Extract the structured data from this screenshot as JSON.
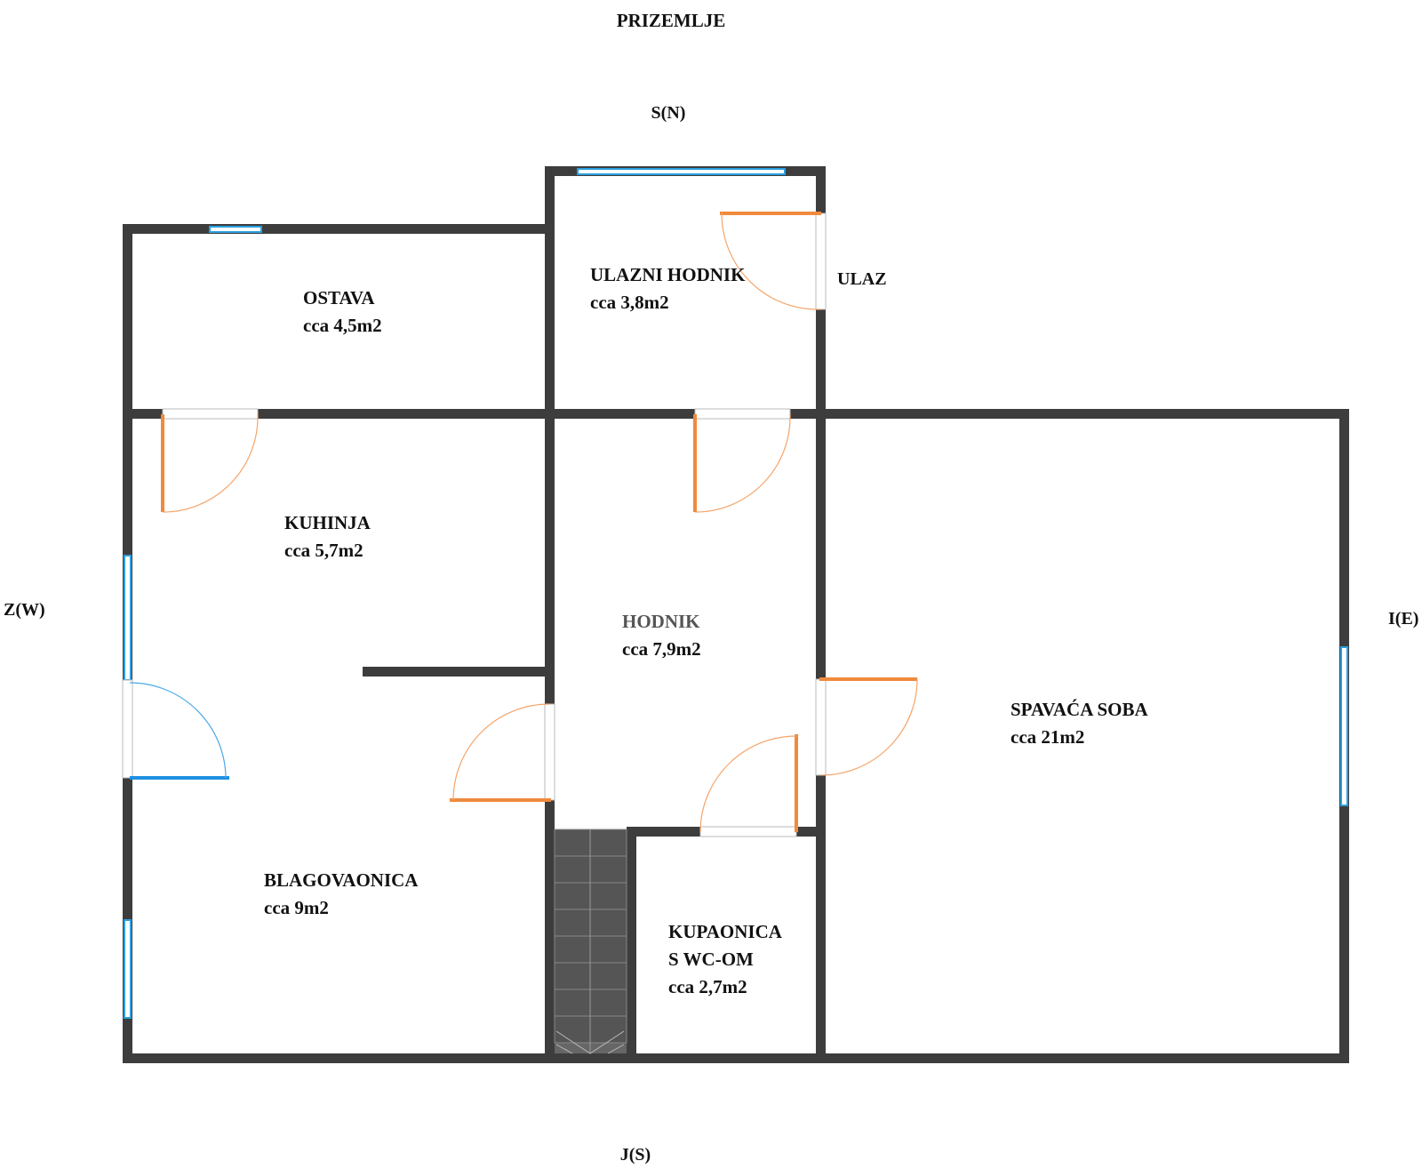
{
  "title": "PRIZEMLJE",
  "compass": {
    "north": "S(N)",
    "south": "J(S)",
    "west": "Z(W)",
    "east": "I(E)"
  },
  "entrance_label": "ULAZ",
  "rooms": {
    "ostava": {
      "name": "OSTAVA",
      "area": "cca 4,5m2"
    },
    "ulazni_hodnik": {
      "name": "ULAZNI HODNIK",
      "area": "cca 3,8m2"
    },
    "kuhinja": {
      "name": "KUHINJA",
      "area": "cca 5,7m2"
    },
    "hodnik": {
      "name": "HODNIK",
      "area": "cca 7,9m2"
    },
    "spavaca_soba": {
      "name": "SPAVAĆA SOBA",
      "area": "cca 21m2"
    },
    "blagovaonica": {
      "name": "BLAGOVAONICA",
      "area": "cca 9m2"
    },
    "kupaonica": {
      "name": "KUPAONICA",
      "name2": "S WC-OM",
      "area": "cca 2,7m2"
    }
  },
  "colors": {
    "wall": "#3d3d3d",
    "door": "#f08a3c",
    "window": "#2aa0e0"
  }
}
